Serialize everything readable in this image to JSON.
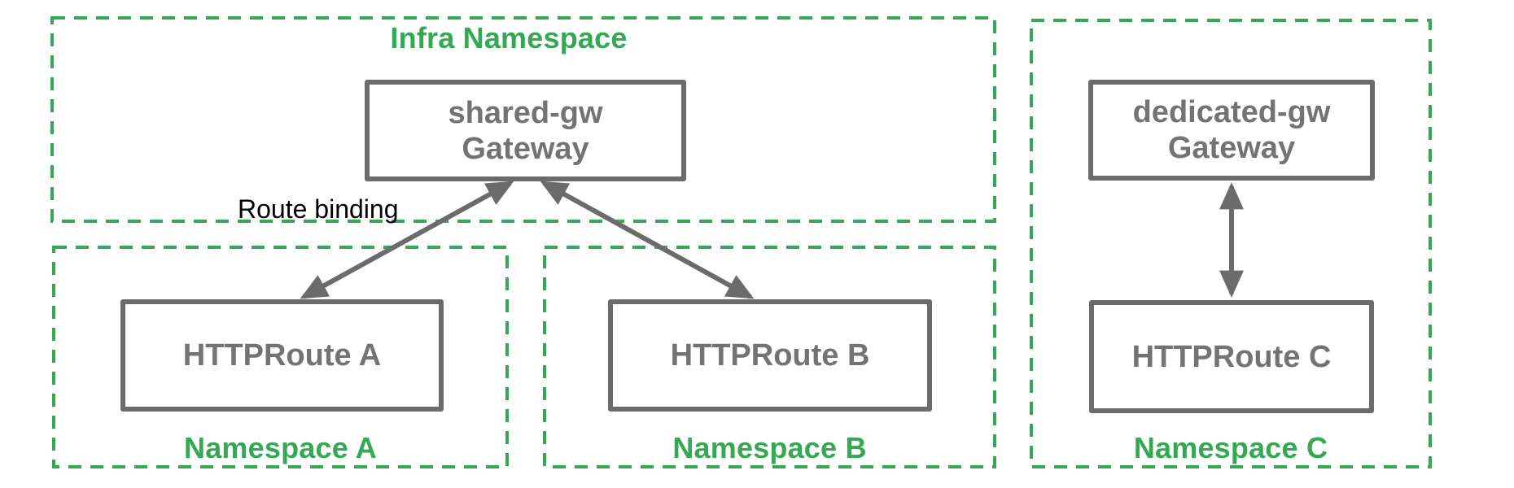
{
  "colors": {
    "namespace_green": "#34A853",
    "node_border_gray": "#6B6B6B",
    "node_text_gray": "#737373",
    "annotation_black": "#000000",
    "background": "#FFFFFF"
  },
  "namespaces": {
    "infra": {
      "label": "Infra Namespace"
    },
    "a": {
      "label": "Namespace A"
    },
    "b": {
      "label": "Namespace B"
    },
    "c": {
      "label": "Namespace C"
    }
  },
  "nodes": {
    "shared_gw": {
      "name": "shared-gw",
      "kind": "Gateway"
    },
    "dedicated_gw": {
      "name": "dedicated-gw",
      "kind": "Gateway"
    },
    "route_a": {
      "label": "HTTPRoute A"
    },
    "route_b": {
      "label": "HTTPRoute B"
    },
    "route_c": {
      "label": "HTTPRoute C"
    }
  },
  "annotations": {
    "route_binding": "Route binding"
  },
  "edges": [
    {
      "from": "route_a",
      "to": "shared_gw",
      "style": "double-arrow",
      "label": "Route binding"
    },
    {
      "from": "route_b",
      "to": "shared_gw",
      "style": "double-arrow",
      "label": ""
    },
    {
      "from": "route_c",
      "to": "dedicated_gw",
      "style": "double-arrow",
      "label": ""
    }
  ]
}
